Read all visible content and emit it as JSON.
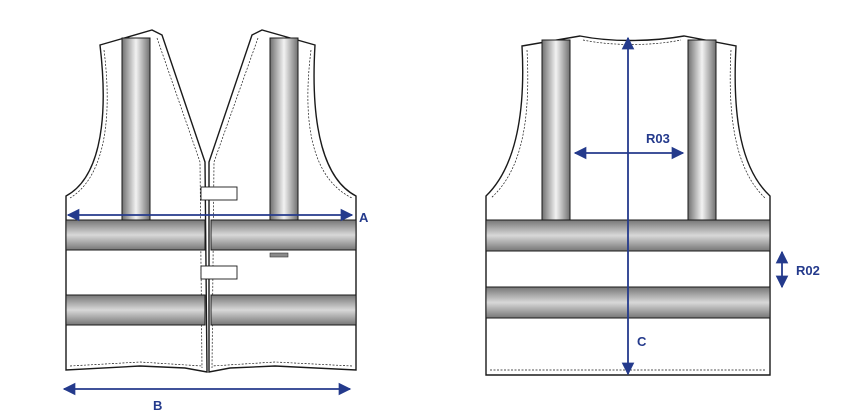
{
  "diagram": {
    "front_view": {
      "labels": {
        "a": "A",
        "b": "B"
      }
    },
    "back_view": {
      "labels": {
        "c": "C",
        "r02": "R02",
        "r03": "R03"
      }
    }
  },
  "colors": {
    "outline": "#1a1a1a",
    "dimension": "#243a8c",
    "reflective_dark": "#6f6f6f",
    "reflective_light": "#f0f0f0",
    "vest_fill": "#ffffff"
  }
}
